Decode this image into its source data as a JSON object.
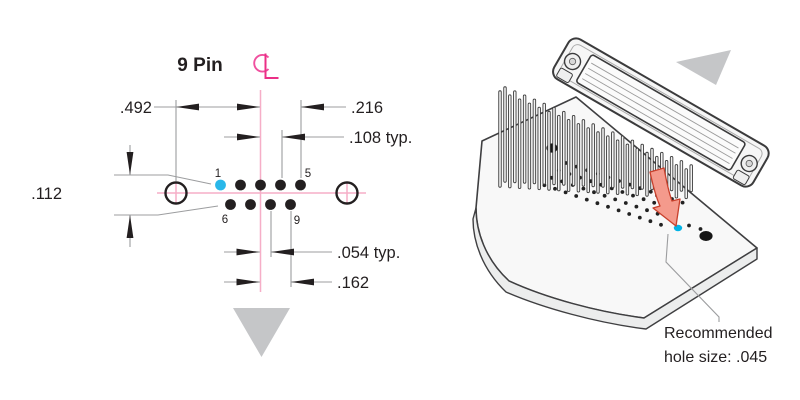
{
  "diagram": {
    "title": "9 Pin",
    "pin_labels": {
      "first_top": "1",
      "last_top": "5",
      "first_bottom": "6",
      "last_bottom": "9"
    },
    "dimensions": {
      "mount_hole_to_center": ".492",
      "center_to_pin5": ".216",
      "pin_pitch": ".108 typ.",
      "row_spacing": ".112",
      "center_to_pin8": ".054 typ.",
      "center_to_pin9": ".162"
    },
    "note": {
      "line1": "Recommended",
      "line2": "hole size: .045"
    },
    "colors": {
      "accent_pink": "#ec3d8c",
      "centerline_pink": "#f6aec7",
      "pin1_cyan": "#29b7e9",
      "highlight_cyan": "#00b3e6",
      "arrow_salmon": "#f49a8c",
      "arrow_salmon_edge": "#c8402c",
      "triangle_gray": "#c5c6c8",
      "line_gray": "#9c9d9f",
      "ink": "#231f20"
    }
  }
}
